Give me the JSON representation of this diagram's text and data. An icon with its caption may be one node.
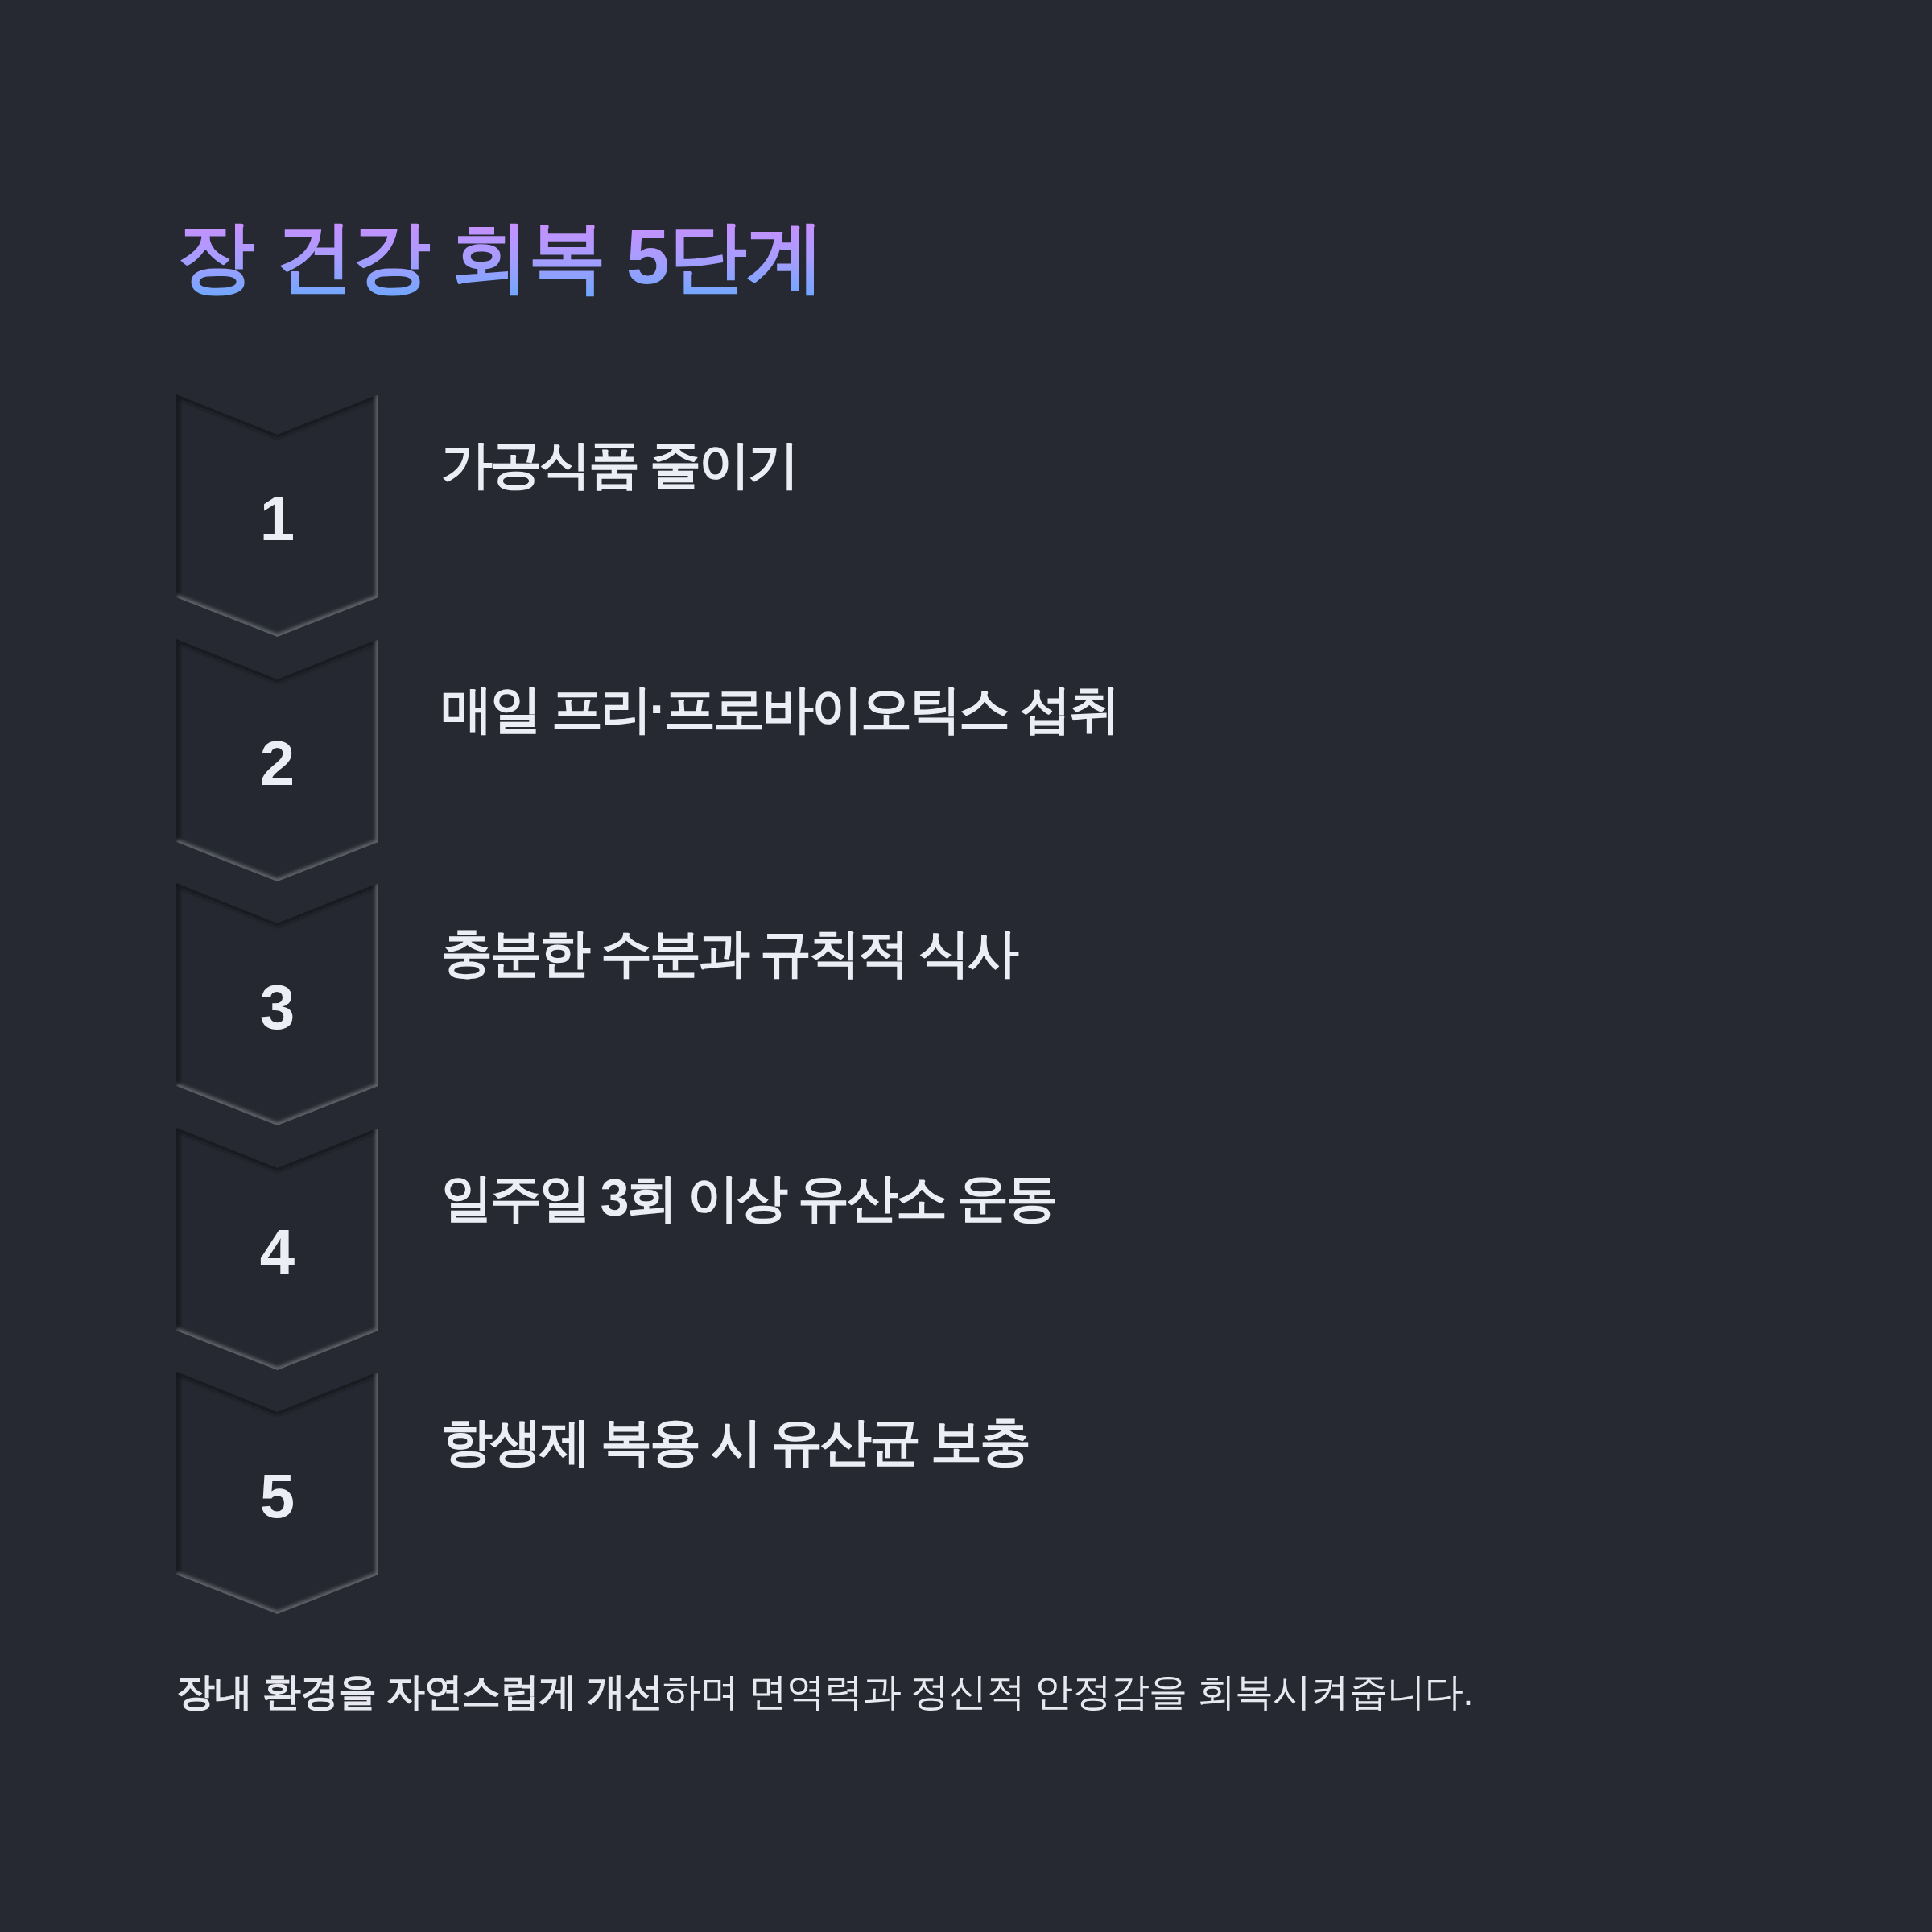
{
  "diagram": {
    "title": "장 건강 회복 5단계",
    "nodes": [
      {
        "text": [
          "1"
        ],
        "beside": [
          "가공식품 줄이기"
        ]
      },
      {
        "text": [
          "2"
        ],
        "beside": [
          "매일 프리·프로바이오틱스 섭취"
        ]
      },
      {
        "text": [
          "3"
        ],
        "beside": [
          "충분한 수분과 규칙적 식사"
        ]
      },
      {
        "text": [
          "4"
        ],
        "beside": [
          "일주일 3회 이상 유산소 운동"
        ]
      },
      {
        "text": [
          "5"
        ],
        "beside": [
          "항생제 복용 시 유산균 보충"
        ]
      }
    ],
    "caption": "**장내 환경을 자연스럽게 개선**하며 면역력과 정신적 안정감을 회복시켜줍니다."
  }
}
